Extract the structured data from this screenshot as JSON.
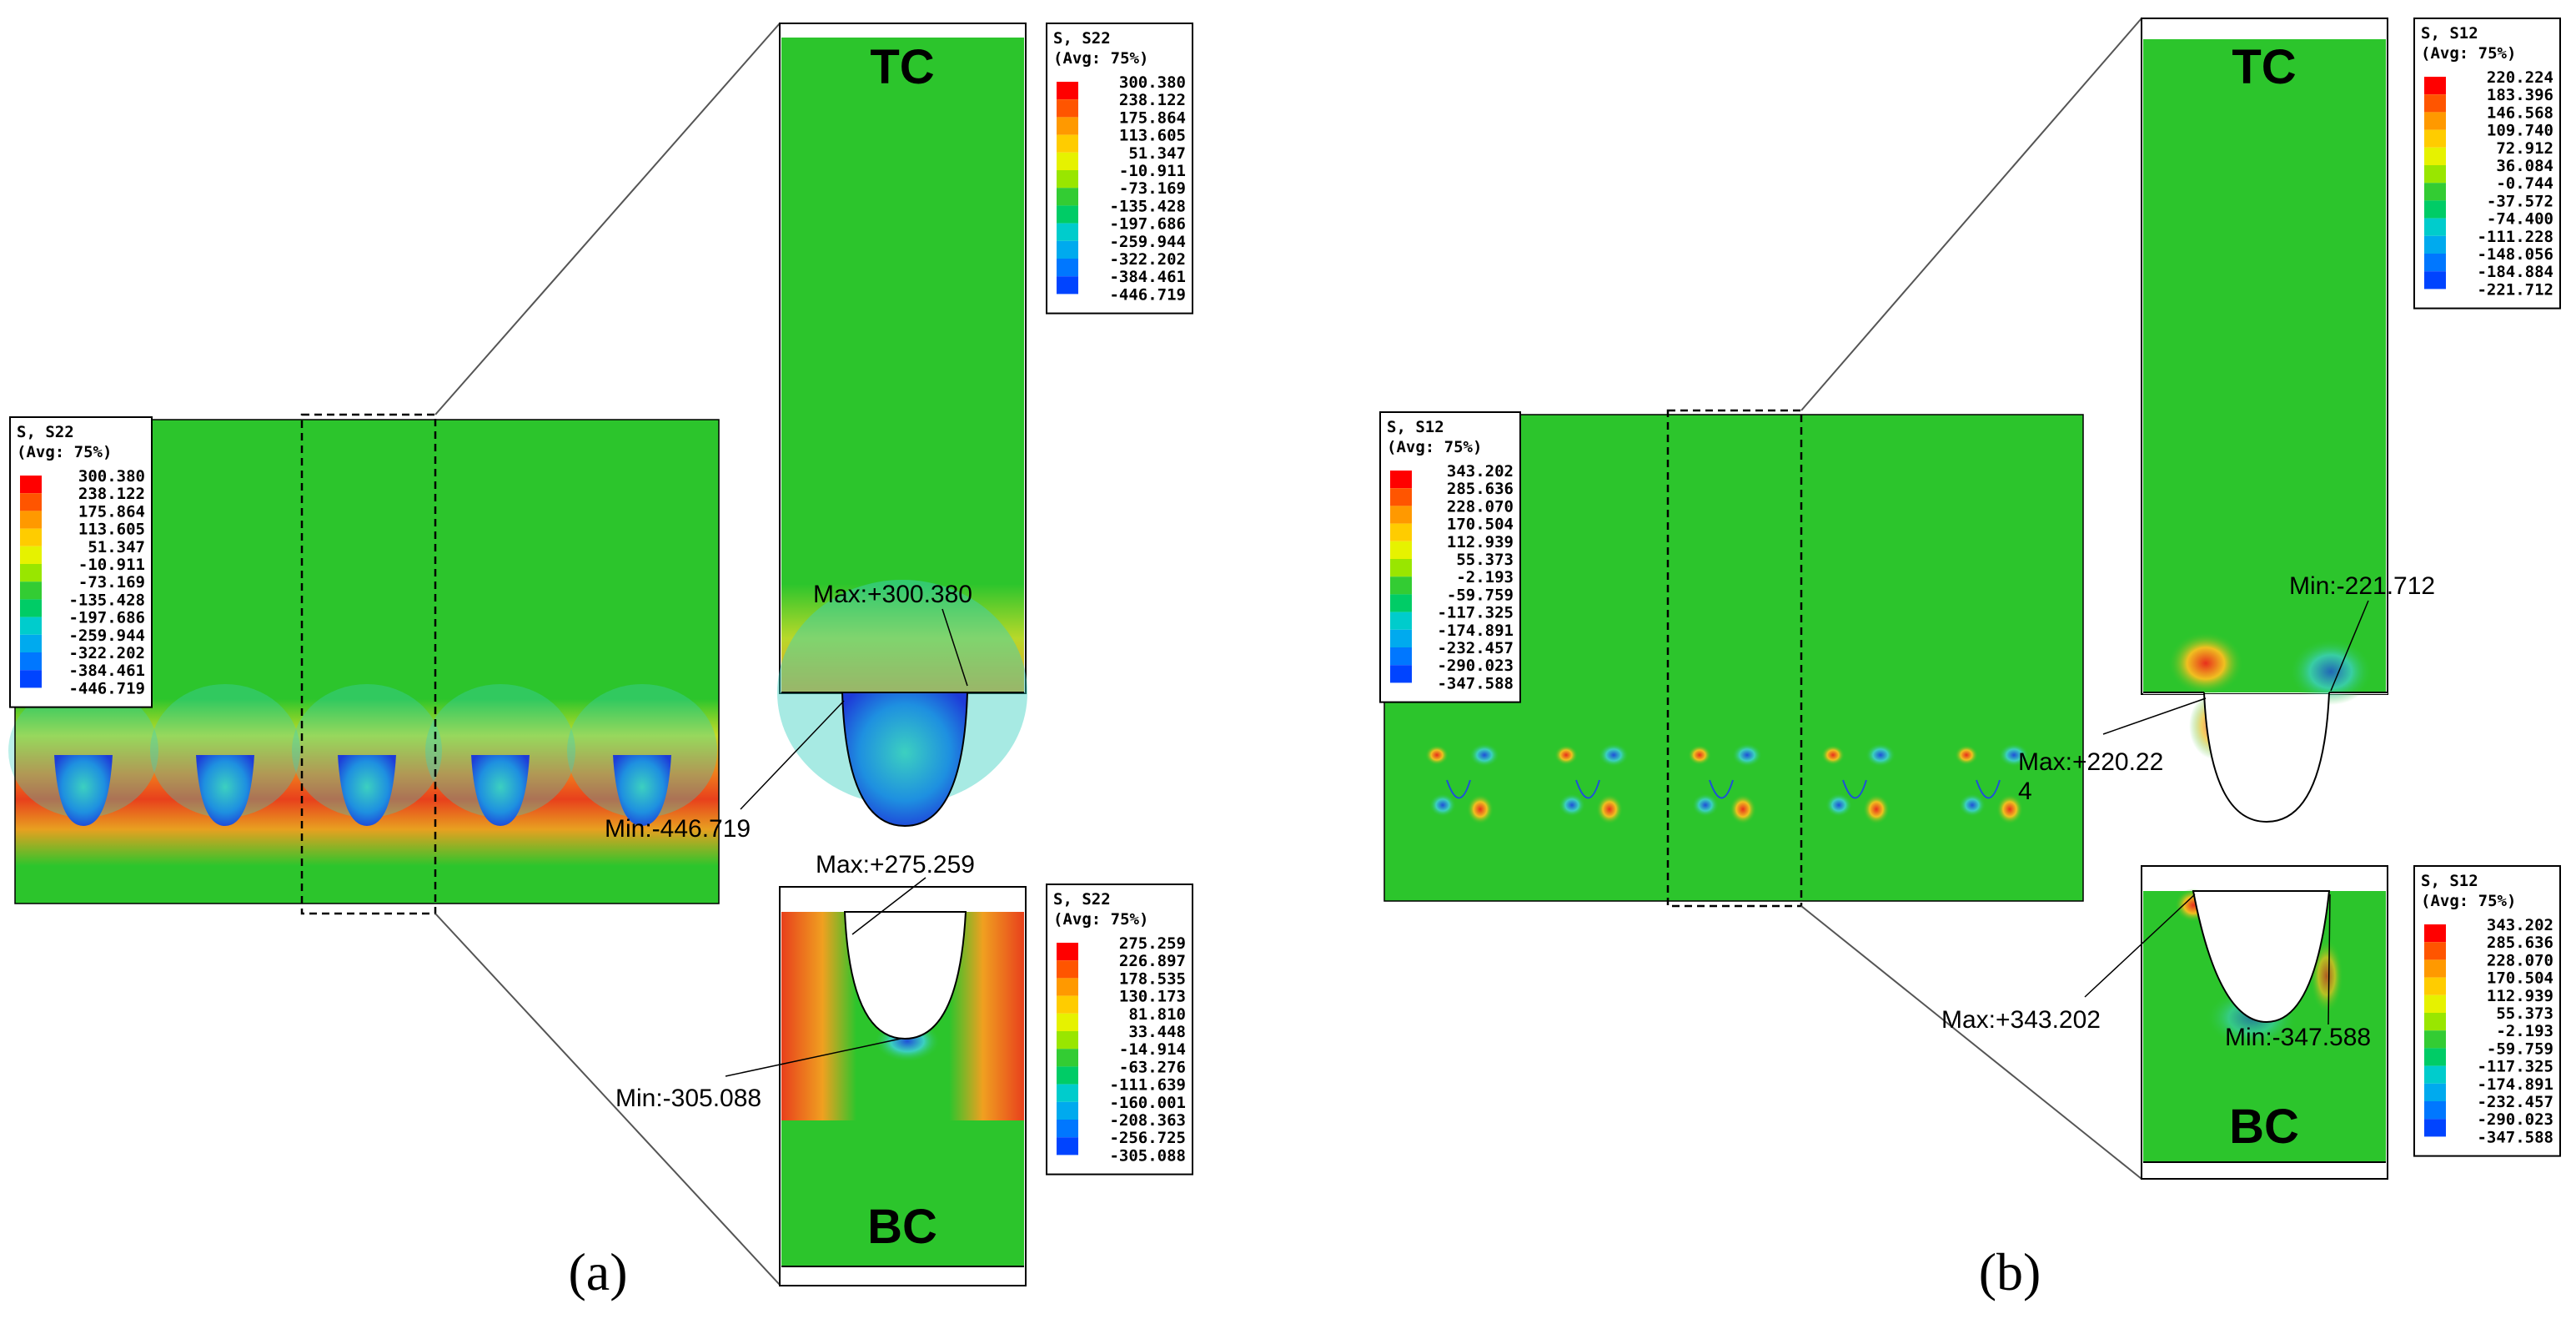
{
  "colors": {
    "green": "#2cc52c",
    "orange": "#f08c20",
    "red": "#e8301c",
    "yellow": "#e6e020",
    "cyan": "#3cd0c0",
    "blue": "#1e50d8",
    "frame": "#000000"
  },
  "legend_colors": [
    "#ff0000",
    "#ff5500",
    "#ff9900",
    "#ffcc00",
    "#e6f200",
    "#99e600",
    "#33cc33",
    "#00cc66",
    "#00cccc",
    "#00aaee",
    "#0077ff",
    "#0044ff",
    "#0000ff"
  ],
  "panel_a": {
    "caption": "(a)",
    "legends": [
      {
        "title1": "S, S22",
        "title2": "(Avg: 75%)",
        "values": [
          "300.380",
          "238.122",
          "175.864",
          "113.605",
          "51.347",
          "-10.911",
          "-73.169",
          "-135.428",
          "-197.686",
          "-259.944",
          "-322.202",
          "-384.461",
          "-446.719"
        ]
      },
      {
        "title1": "S, S22",
        "title2": "(Avg: 75%)",
        "values": [
          "300.380",
          "238.122",
          "175.864",
          "113.605",
          "51.347",
          "-10.911",
          "-73.169",
          "-135.428",
          "-197.686",
          "-259.944",
          "-322.202",
          "-384.461",
          "-446.719"
        ]
      },
      {
        "title1": "S, S22",
        "title2": "(Avg: 75%)",
        "values": [
          "275.259",
          "226.897",
          "178.535",
          "130.173",
          "81.810",
          "33.448",
          "-14.914",
          "-63.276",
          "-111.639",
          "-160.001",
          "-208.363",
          "-256.725",
          "-305.088"
        ]
      }
    ],
    "tc_label": "TC",
    "bc_label": "BC",
    "tc_max": "Max:+300.380",
    "tc_min": "Min:-446.719",
    "bc_max": "Max:+275.259",
    "bc_min": "Min:-305.088"
  },
  "panel_b": {
    "caption": "(b)",
    "legends": [
      {
        "title1": "S, S12",
        "title2": "(Avg: 75%)",
        "values": [
          "343.202",
          "285.636",
          "228.070",
          "170.504",
          "112.939",
          "55.373",
          "-2.193",
          "-59.759",
          "-117.325",
          "-174.891",
          "-232.457",
          "-290.023",
          "-347.588"
        ]
      },
      {
        "title1": "S, S12",
        "title2": "(Avg: 75%)",
        "values": [
          "220.224",
          "183.396",
          "146.568",
          "109.740",
          "72.912",
          "36.084",
          "-0.744",
          "-37.572",
          "-74.400",
          "-111.228",
          "-148.056",
          "-184.884",
          "-221.712"
        ]
      },
      {
        "title1": "S, S12",
        "title2": "(Avg: 75%)",
        "values": [
          "343.202",
          "285.636",
          "228.070",
          "170.504",
          "112.939",
          "55.373",
          "-2.193",
          "-59.759",
          "-117.325",
          "-174.891",
          "-232.457",
          "-290.023",
          "-347.588"
        ]
      }
    ],
    "tc_label": "TC",
    "bc_label": "BC",
    "tc_min": "Min:-221.712",
    "tc_max_line1": "Max:+220.22",
    "tc_max_line2": "4",
    "bc_max": "Max:+343.202",
    "bc_min": "Min:-347.588"
  }
}
